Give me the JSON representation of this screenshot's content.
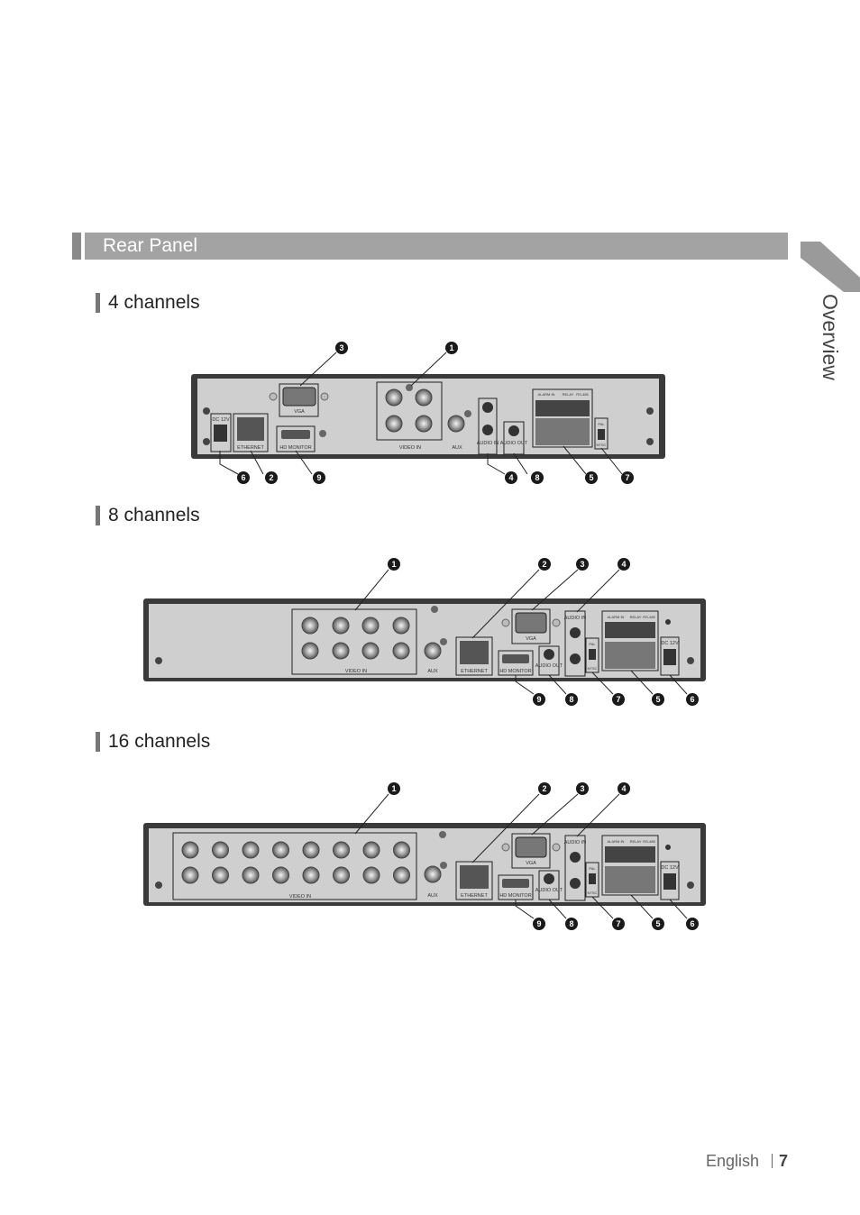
{
  "section": {
    "title": "Rear Panel"
  },
  "side_tab": {
    "label": "Overview"
  },
  "subsections": [
    {
      "heading": "4 channels",
      "port_labels": {
        "vga": "VGA",
        "dc": "DC 12V",
        "ethernet": "ETHERNET",
        "hdmi": "HD MONITOR",
        "video_in": "VIDEO IN",
        "aux": "AUX",
        "audio_in": "AUDIO IN",
        "audio_out": "AUDIO OUT",
        "alarm": "ALARM IN",
        "relay": "RELAY",
        "rs485": "RS-485",
        "pal": "PAL",
        "ntsc": "NTSC"
      },
      "callouts": [
        "3",
        "1",
        "6",
        "2",
        "9",
        "4",
        "8",
        "5",
        "7"
      ]
    },
    {
      "heading": "8 channels",
      "port_labels": {
        "video_in": "VIDEO IN",
        "aux": "AUX",
        "ethernet": "ETHERNET",
        "vga": "VGA",
        "hdmi": "HD MONITOR",
        "audio_in": "AUDIO IN",
        "audio_out": "AUDIO OUT",
        "alarm": "ALARM IN",
        "relay": "RELAY",
        "rs485": "RS-485",
        "pal": "PAL",
        "ntsc": "NTSC",
        "dc": "DC 12V"
      },
      "callouts": [
        "1",
        "2",
        "3",
        "4",
        "9",
        "8",
        "7",
        "5",
        "6"
      ]
    },
    {
      "heading": "16 channels",
      "port_labels": {
        "video_in": "VIDEO IN",
        "aux": "AUX",
        "ethernet": "ETHERNET",
        "vga": "VGA",
        "hdmi": "HD MONITOR",
        "audio_in": "AUDIO IN",
        "audio_out": "AUDIO OUT",
        "alarm": "ALARM IN",
        "relay": "RELAY",
        "rs485": "RS-485",
        "pal": "PAL",
        "ntsc": "NTSC",
        "dc": "DC 12V"
      },
      "callouts": [
        "1",
        "2",
        "3",
        "4",
        "9",
        "8",
        "7",
        "5",
        "6"
      ]
    }
  ],
  "footer": {
    "language": "English",
    "page_number": "7"
  }
}
